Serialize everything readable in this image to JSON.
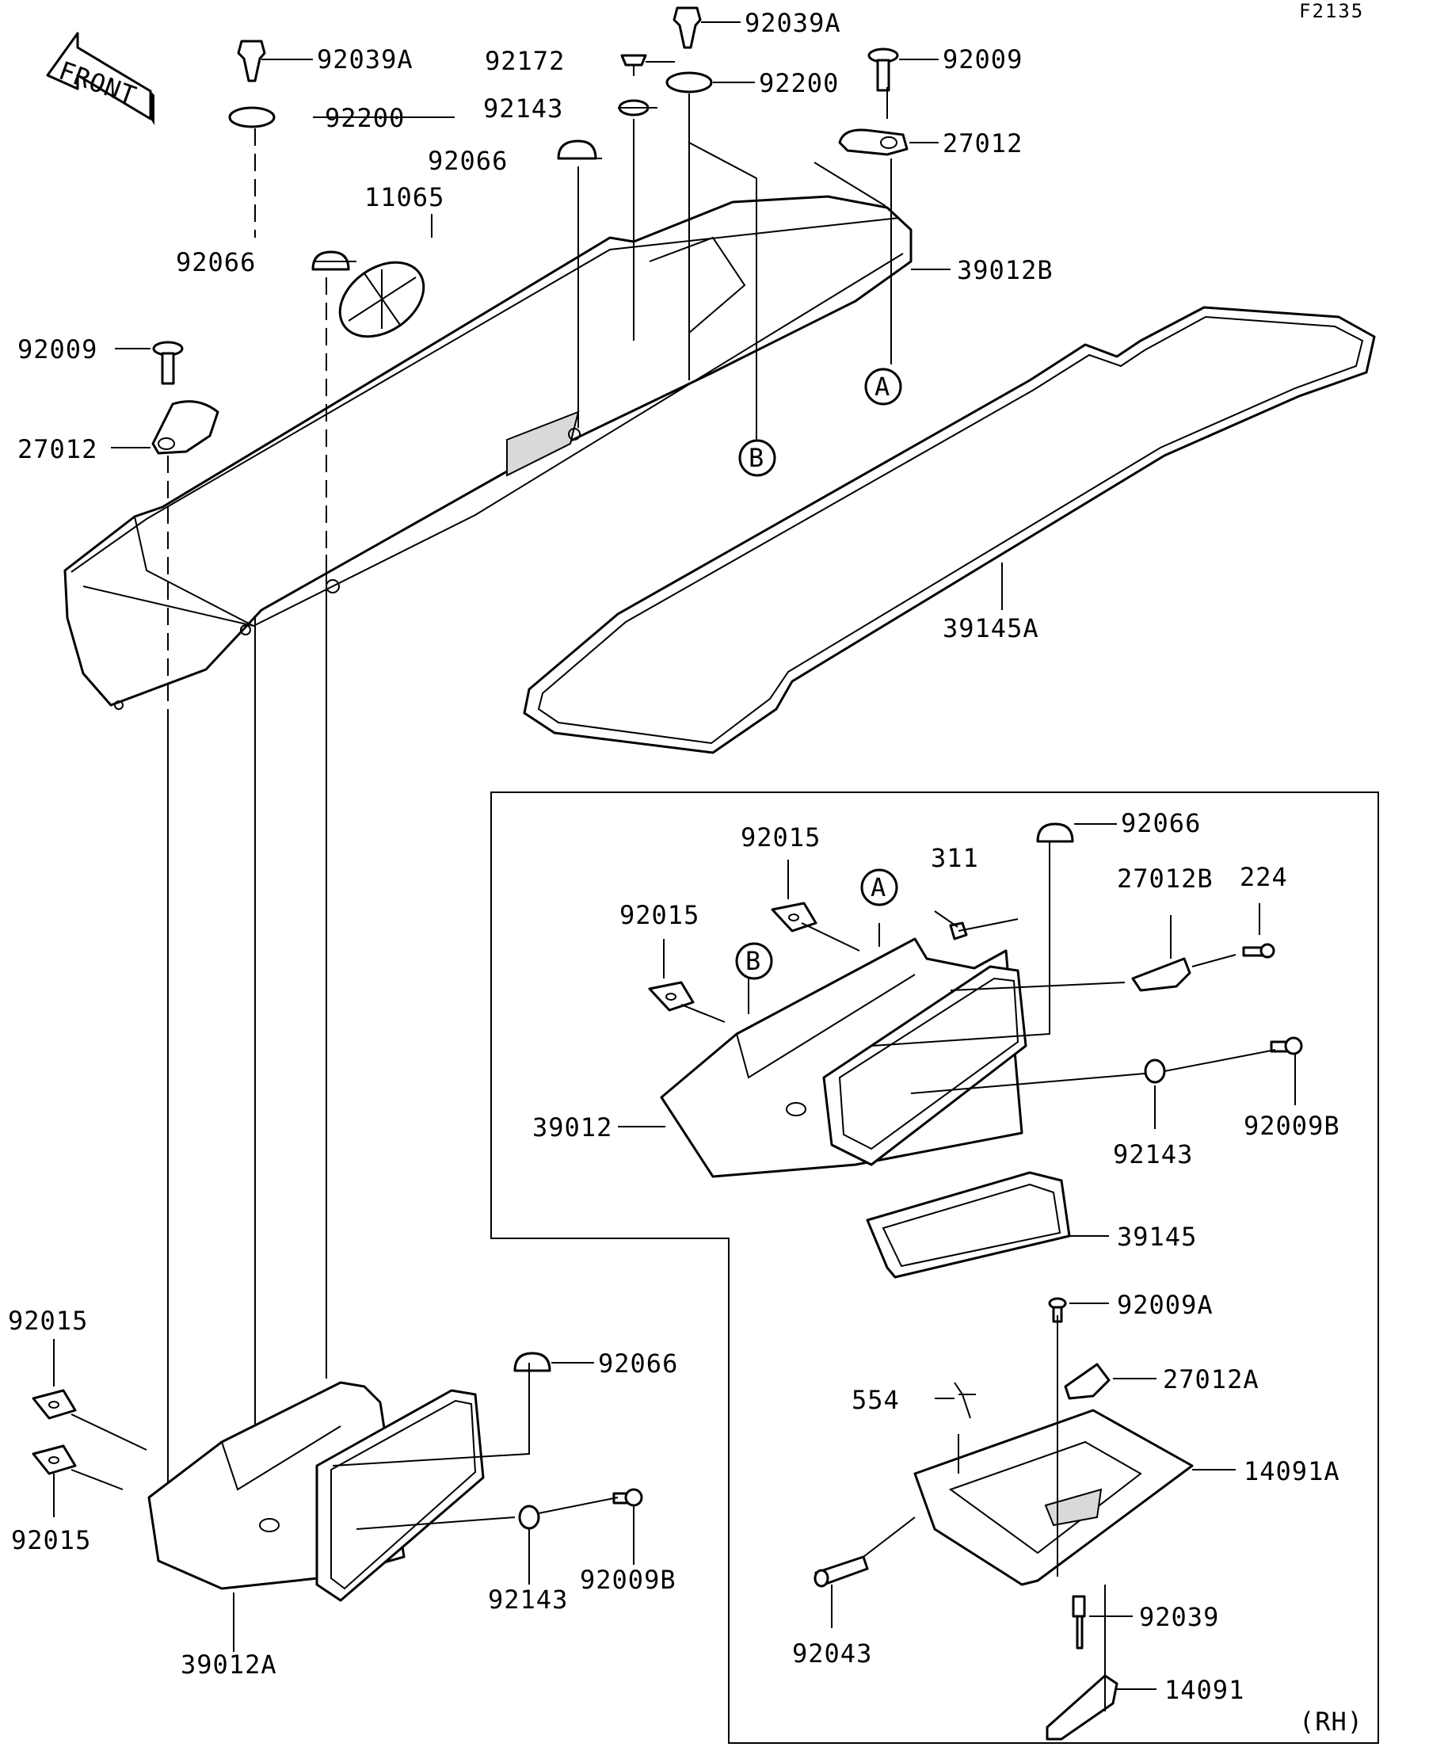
{
  "diagram_code": "F2135",
  "front_label": "FRONT",
  "side_label": "(RH)",
  "callout_a": "A",
  "callout_b": "B",
  "parts": {
    "p92039A_top": "92039A",
    "p92039A_left": "92039A",
    "p92172": "92172",
    "p92009_top": "92009",
    "p92200_left": "92200",
    "p92200_mid": "92200",
    "p92143_top": "92143",
    "p27012_top": "27012",
    "p92066_mid": "92066",
    "p11065": "11065",
    "p39012B": "39012B",
    "p92066_left": "92066",
    "p92009_left": "92009",
    "p27012_left": "27012",
    "p39145A": "39145A",
    "p92015_inset_top": "92015",
    "p92015_inset_mid": "92015",
    "p311": "311",
    "p92066_inset": "92066",
    "p27012B": "27012B",
    "p224": "224",
    "p39012": "39012",
    "p92143_inset": "92143",
    "p92009B_inset": "92009B",
    "p39145": "39145",
    "p92009A": "92009A",
    "p27012A": "27012A",
    "p554": "554",
    "p14091A": "14091A",
    "p92043": "92043",
    "p92039": "92039",
    "p14091": "14091",
    "p92015_lower_top": "92015",
    "p92015_lower_bot": "92015",
    "p92066_lower": "92066",
    "p92143_lower": "92143",
    "p92009B_lower": "92009B",
    "p39012A": "39012A"
  }
}
